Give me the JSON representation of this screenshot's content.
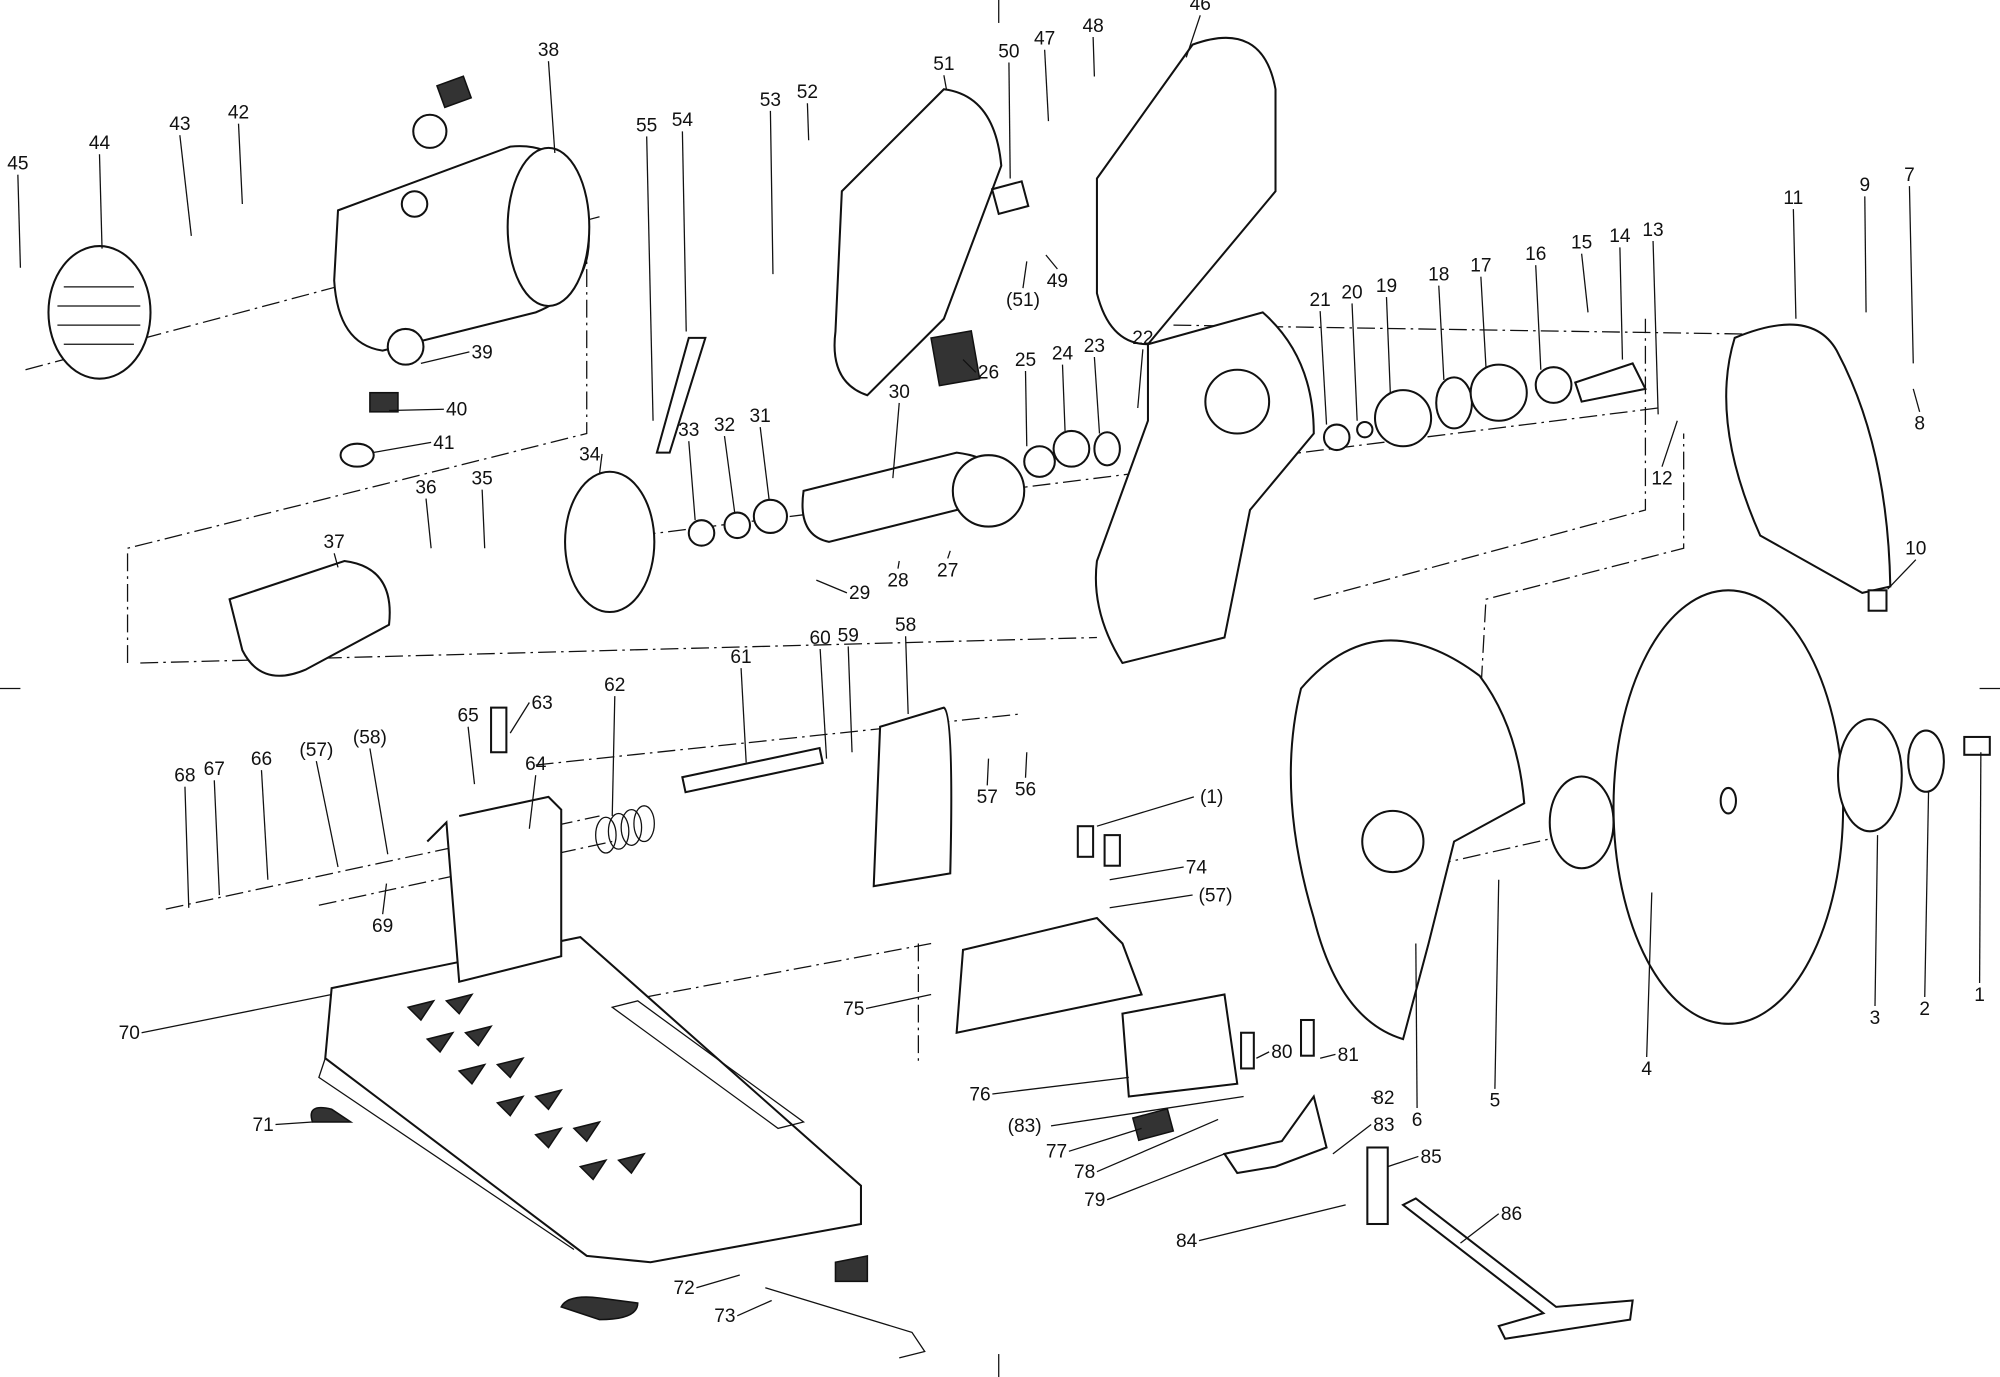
{
  "diagram": {
    "type": "exploded-parts-view",
    "part_labels": [
      "45",
      "44",
      "43",
      "42",
      "38",
      "39",
      "40",
      "41",
      "55",
      "54",
      "53",
      "52",
      "51",
      "50",
      "47",
      "48",
      "46",
      "49",
      "(51)",
      "26",
      "30",
      "33",
      "32",
      "31",
      "34",
      "36",
      "35",
      "37",
      "29",
      "28",
      "27",
      "25",
      "24",
      "23",
      "22",
      "21",
      "20",
      "19",
      "18",
      "17",
      "16",
      "15",
      "14",
      "13",
      "11",
      "9",
      "7",
      "8",
      "12",
      "10",
      "65",
      "63",
      "62",
      "61",
      "60",
      "59",
      "58",
      "57",
      "56",
      "(57)",
      "(58)",
      "68",
      "67",
      "66",
      "64",
      "69",
      "70",
      "71",
      "72",
      "73",
      "75",
      "76",
      "(83)",
      "77",
      "78",
      "79",
      "84",
      "80",
      "81",
      "82",
      "83",
      "85",
      "86",
      "(1)",
      "74",
      "(57)",
      "6",
      "5",
      "4",
      "3",
      "2",
      "1"
    ]
  }
}
